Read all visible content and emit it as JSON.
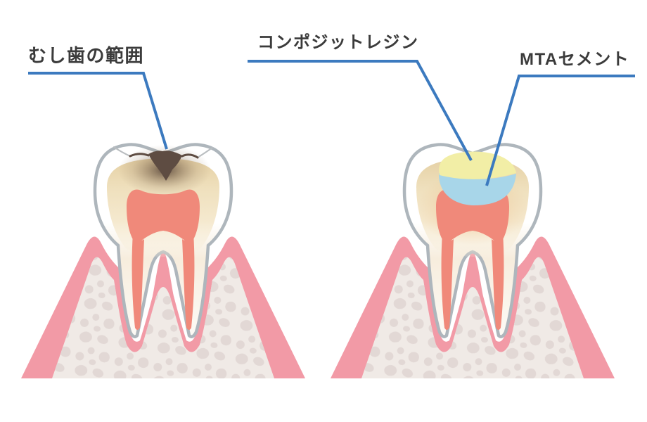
{
  "labels": {
    "cavity": "むし歯の範囲",
    "composite_resin": "コンポジットレジン",
    "mta_cement": "MTAセメント"
  },
  "colors": {
    "label_text": "#3B3B3B",
    "leader_line": "#3C7ABF",
    "tooth_outline": "#AEB6BC",
    "enamel": "#FFFFFF",
    "dentin": "#EFE0BD",
    "pulp": "#F0897A",
    "gum": "#F29AA6",
    "bone": "#F0EAE6",
    "bone_pebble": "#E2D8D5",
    "decay": "#5E4C42",
    "composite_resin": "#F2EEA6",
    "mta_cement": "#A8D6E9"
  }
}
